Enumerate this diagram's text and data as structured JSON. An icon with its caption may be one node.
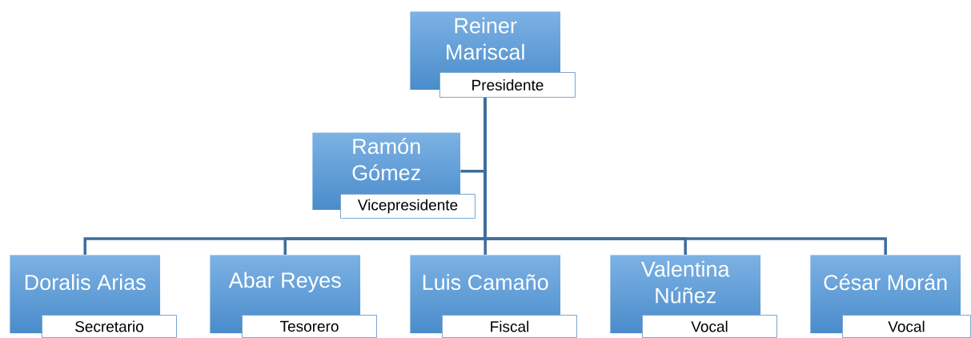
{
  "diagram": {
    "nodes": [
      {
        "text": [
          "Reiner Mariscal",
          "Presidente"
        ]
      },
      {
        "text": [
          "Ramón Gómez",
          "Vicepresidente"
        ]
      },
      {
        "text": [
          "Doralis Arias",
          "Secretario"
        ]
      },
      {
        "text": [
          "Abar Reyes",
          "Tesorero"
        ]
      },
      {
        "text": [
          "Luis Camaño",
          "Fiscal"
        ]
      },
      {
        "text": [
          "Valentina Núñez",
          "Vocal"
        ]
      },
      {
        "text": [
          "César Morán",
          "Vocal"
        ]
      }
    ],
    "edges": [
      {
        "from": 0,
        "to": 1,
        "arrow": "none"
      },
      {
        "from": 0,
        "to": 2,
        "arrow": "none"
      },
      {
        "from": 0,
        "to": 3,
        "arrow": "none"
      },
      {
        "from": 0,
        "to": 4,
        "arrow": "none"
      },
      {
        "from": 0,
        "to": 5,
        "arrow": "none"
      },
      {
        "from": 0,
        "to": 6,
        "arrow": "none"
      }
    ]
  }
}
